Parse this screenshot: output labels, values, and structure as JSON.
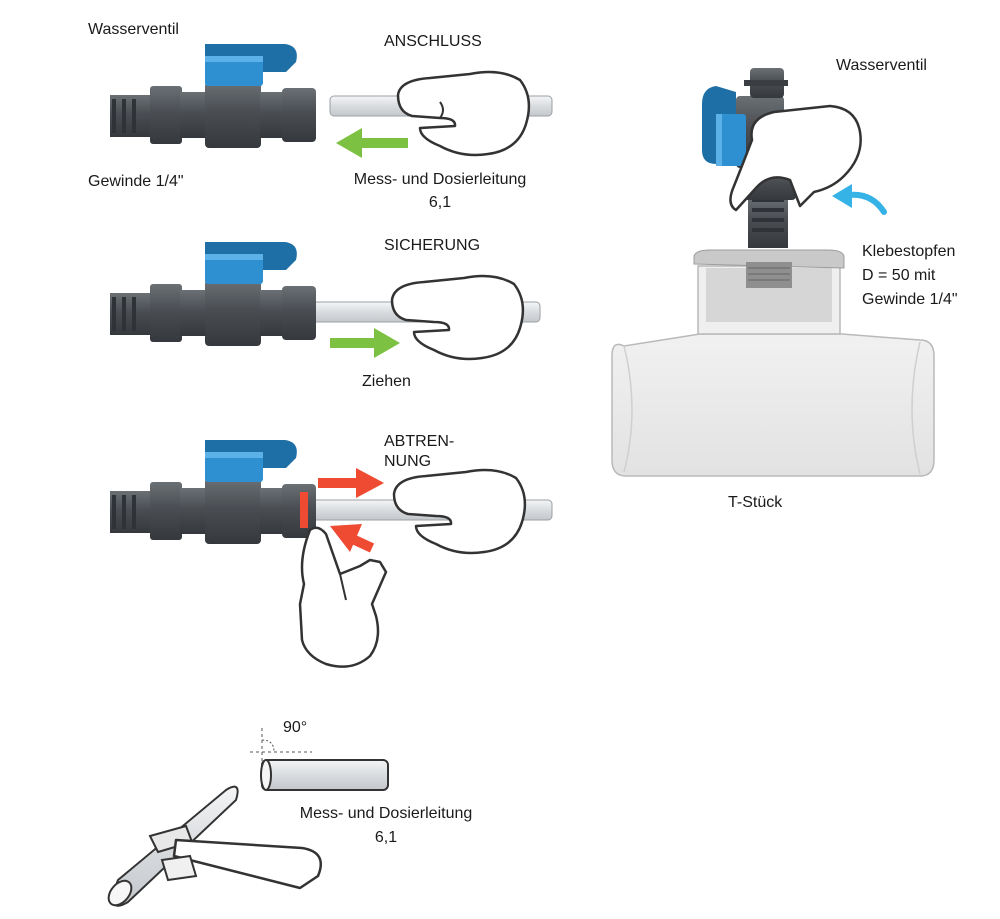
{
  "steps": {
    "connect": {
      "valve_label": "Wasserventil",
      "title": "ANSCHLUSS",
      "thread_label": "Gewinde 1/4\"",
      "line_label": "Mess- und Dosierleitung",
      "line_size": "6,1"
    },
    "secure": {
      "title": "SICHERUNG",
      "pull_label": "Ziehen"
    },
    "disconnect": {
      "title_line1": "ABTREN-",
      "title_line2": "NUNG"
    },
    "cut": {
      "angle": "90°",
      "line_label": "Mess- und Dosierleitung",
      "line_size": "6,1"
    }
  },
  "assembly": {
    "valve_label": "Wasserventil",
    "plug_line1": "Klebestopfen",
    "plug_line2": "D = 50 mit",
    "plug_line3": "Gewinde 1/4\"",
    "tee_label": "T-Stück"
  },
  "colors": {
    "valve_blue": "#2e8fd1",
    "valve_blue_dark": "#1e6fa6",
    "valve_body": "#4e5257",
    "arrow_green": "#7cc142",
    "arrow_red": "#ef4b32",
    "arrow_blue": "#35b2e6",
    "pipe_gray": "#e6e8ea",
    "outline": "#333333"
  }
}
